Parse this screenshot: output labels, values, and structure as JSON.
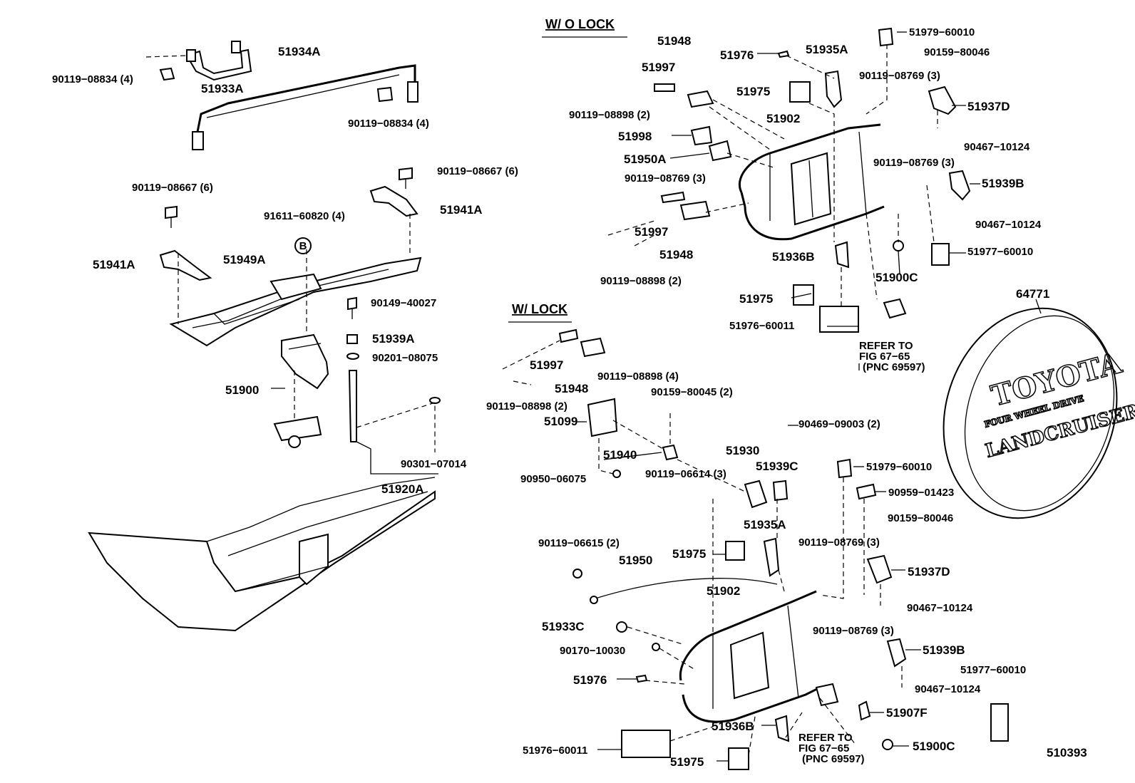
{
  "headings": {
    "without_lock": "W/ O  LOCK",
    "with_lock": "W/ LOCK"
  },
  "diagram_id": "510393",
  "spare_tire_cover_logo": {
    "brand": "TOYOTA",
    "subtitle": "FOUR WHEEL DRIVE",
    "model": "LANDCRUISER"
  },
  "labels": {
    "p51934A": "51934A",
    "p90119_08834_left": "90119−08834 (4)",
    "p51933A": "51933A",
    "p90119_08834_right": "90119−08834 (4)",
    "p90119_08667_right": "90119−08667 (6)",
    "p90119_08667_left": "90119−08667 (6)",
    "p91611_60820": "91611−60820 (4)",
    "p51941A_right": "51941A",
    "p51941A_left": "51941A",
    "p51949A": "51949A",
    "circle_b": "B",
    "p90149_40027": "90149−40027",
    "p51939A": "51939A",
    "p90201_08075": "90201−08075",
    "p51900": "51900",
    "p90301_07014": "90301−07014",
    "p51920A": "51920A",
    "wo_51948_top": "51948",
    "wo_51997_top": "51997",
    "wo_51976": "51976",
    "wo_51935A": "51935A",
    "wo_51979_60010": "51979−60010",
    "wo_90159_80046": "90159−80046",
    "wo_51975_top": "51975",
    "wo_90119_08769_top": "90119−08769 (3)",
    "wo_90119_08898_top": "90119−08898 (2)",
    "wo_51902": "51902",
    "wo_51937D": "51937D",
    "wo_51998": "51998",
    "wo_90467_10124_a": "90467−10124",
    "wo_51950A": "51950A",
    "wo_90119_08769_mid": "90119−08769 (3)",
    "wo_90119_08769_left": "90119−08769 (3)",
    "wo_51939B": "51939B",
    "wo_51997_bottom": "51997",
    "wo_51948_bottom": "51948",
    "wo_90467_10124_b": "90467−10124",
    "wo_51977_60010": "51977−60010",
    "wo_90119_08898_bottom": "90119−08898 (2)",
    "wo_51936B": "51936B",
    "wo_51900C": "51900C",
    "wo_51975_bottom": "51975",
    "wo_51976_60011": "51976−60011",
    "wo_refer_1": "REFER  TO",
    "wo_refer_2": "FIG  67−65",
    "wo_refer_3": "(PNC  69597)",
    "p64771": "64771",
    "w_51997": "51997",
    "w_90119_08898_4": "90119−08898 (4)",
    "w_51948": "51948",
    "w_90119_08898_2": "90119−08898 (2)",
    "w_90159_80045": "90159−80045 (2)",
    "w_51099": "51099",
    "w_90469_09003": "90469−09003 (2)",
    "w_51940": "51940",
    "w_51930": "51930",
    "w_90119_06614": "90119−06614 (3)",
    "w_51939C": "51939C",
    "w_51979_60010": "51979−60010",
    "w_90950_06075": "90950−06075",
    "w_90959_01423": "90959−01423",
    "w_51935A": "51935A",
    "w_90159_80046": "90159−80046",
    "w_90119_06615": "90119−06615 (2)",
    "w_90119_08769_top": "90119−08769 (3)",
    "w_51975_top": "51975",
    "w_51950": "51950",
    "w_51937D": "51937D",
    "w_51902": "51902",
    "w_90467_10124_a": "90467−10124",
    "w_51933C": "51933C",
    "w_90119_08769_mid": "90119−08769 (3)",
    "w_90170_10030": "90170−10030",
    "w_51939B": "51939B",
    "w_51977_60010": "51977−60010",
    "w_51976": "51976",
    "w_90467_10124_b": "90467−10124",
    "w_51907F": "51907F",
    "w_51936B": "51936B",
    "w_refer_1": "REFER  TO",
    "w_refer_2": "FIG  67−65",
    "w_refer_3": "(PNC  69597)",
    "w_51976_60011": "51976−60011",
    "w_51900C": "51900C",
    "w_51975_bottom": "51975"
  }
}
